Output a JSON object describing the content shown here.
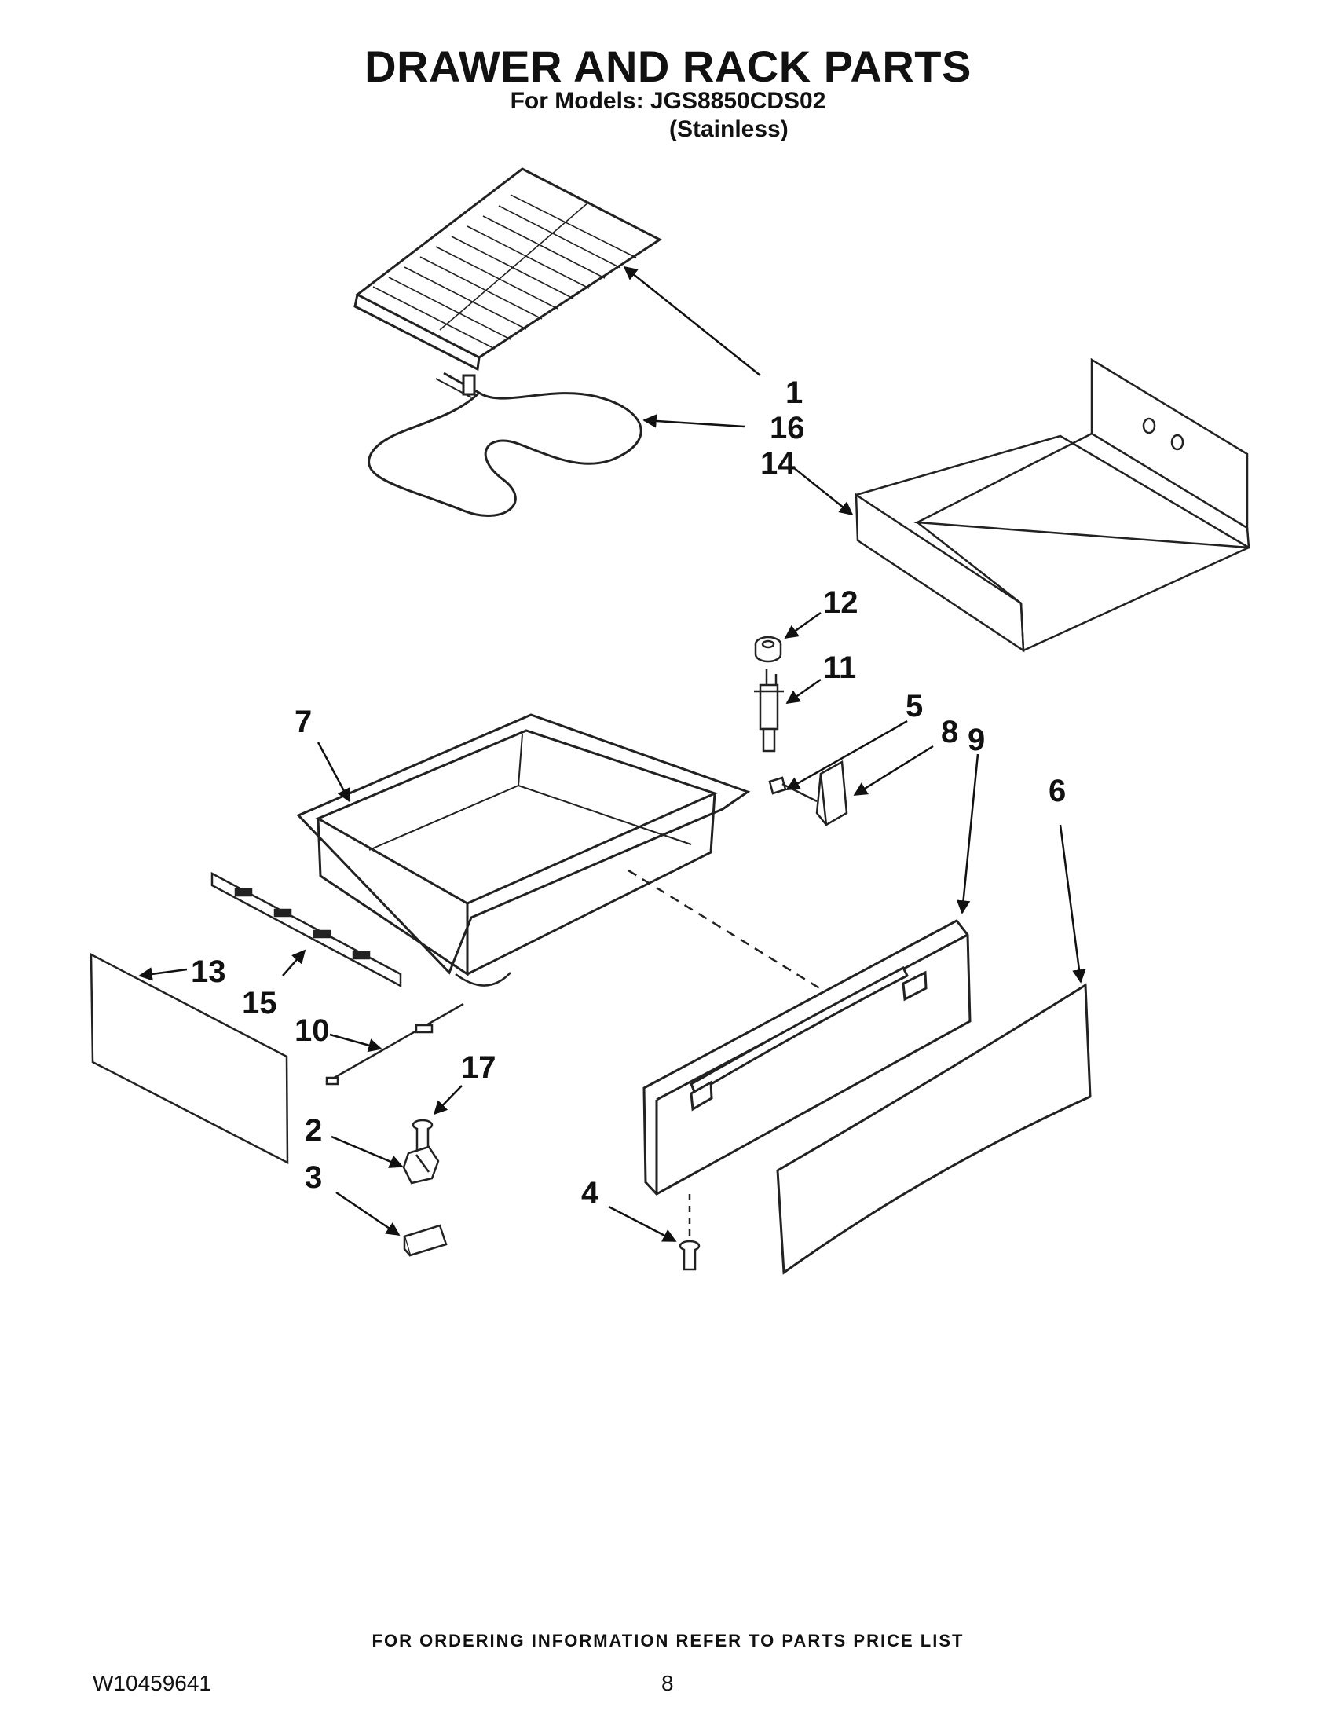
{
  "header": {
    "title": "DRAWER AND RACK PARTS",
    "models_line": "For Models: JGS8850CDS02",
    "variant": "(Stainless)"
  },
  "callouts": {
    "c1": "1",
    "c2": "2",
    "c3": "3",
    "c4": "4",
    "c5": "5",
    "c6": "6",
    "c7": "7",
    "c8": "8",
    "c9": "9",
    "c10": "10",
    "c11": "11",
    "c12": "12",
    "c13": "13",
    "c14": "14",
    "c15": "15",
    "c16": "16",
    "c17": "17"
  },
  "footer": {
    "note": "FOR ORDERING INFORMATION REFER TO PARTS PRICE LIST",
    "doc_number": "W10459641",
    "page_number": "8"
  }
}
